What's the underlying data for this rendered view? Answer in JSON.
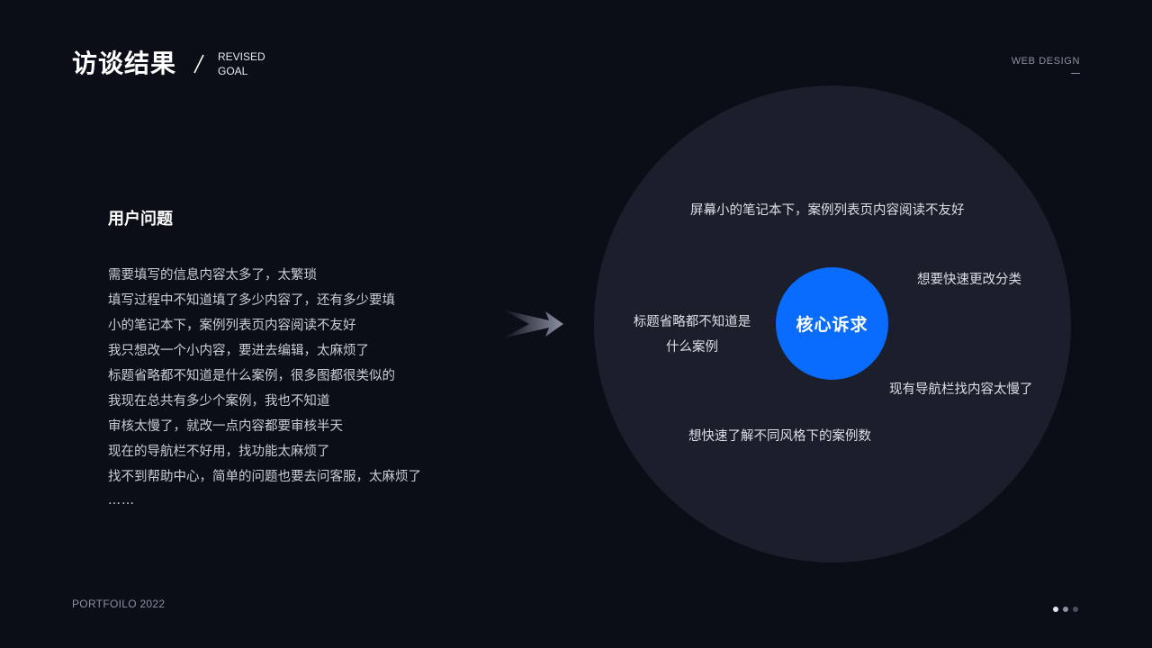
{
  "header": {
    "title": "访谈结果",
    "subtitle_line1": "REVISED",
    "subtitle_line2": "GOAL",
    "tag": "WEB  DESIGN"
  },
  "user_problems": {
    "heading": "用户问题",
    "items": [
      "需要填写的信息内容太多了，太繁琐",
      "填写过程中不知道填了多少内容了，还有多少要填",
      "小的笔记本下，案例列表页内容阅读不友好",
      "我只想改一个小内容，要进去编辑，太麻烦了",
      "标题省略都不知道是什么案例，很多图都很类似的",
      "我现在总共有多少个案例，我也不知道",
      "审核太慢了，就改一点内容都要审核半天",
      "现在的导航栏不好用，找功能太麻烦了",
      "找不到帮助中心，简单的问题也要去问客服，太麻烦了"
    ],
    "more": "……"
  },
  "core_needs": {
    "center_label": "核心诉求",
    "needs": [
      "屏幕小的笔记本下，案例列表页内容阅读不友好",
      "想要快速更改分类",
      "标题省略都不知道是",
      "什么案例",
      "现有导航栏找内容太慢了",
      "想快速了解不同风格下的案例数"
    ]
  },
  "footer": {
    "label": "PORTFOILO 2022"
  },
  "pagination": {
    "pages": 3,
    "current": 1
  },
  "colors": {
    "background": "#0b0d17",
    "circle": "#1b1e2b",
    "accent": "#0a6cff"
  }
}
